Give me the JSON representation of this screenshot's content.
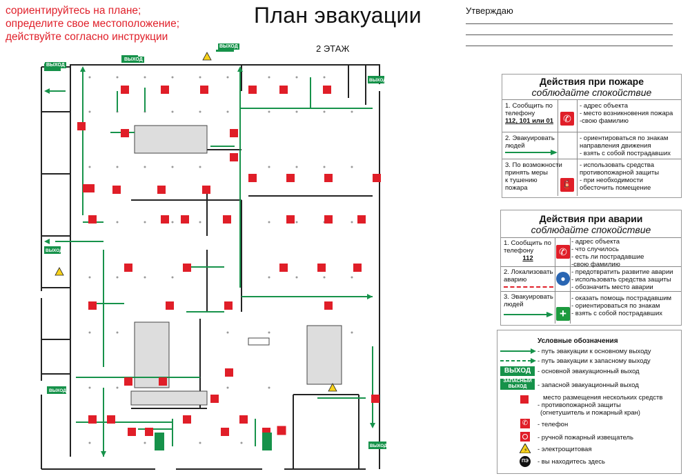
{
  "header": {
    "note_lines": [
      "сориентируйтесь на плане;",
      "определите свое местоположение;",
      "действуйте согласно инструкции"
    ],
    "title": "План эвакуации",
    "floor": "2 ЭТАЖ",
    "approve_label": "Утверждаю"
  },
  "plan": {
    "exit_label": "ВЫХОД",
    "spare_exit_label": "ЗАПАСНЫЙ ВЫХОД",
    "colors": {
      "wall": "#222222",
      "arrow": "#16924a",
      "red": "#e01e28",
      "exit": "#16924a"
    }
  },
  "fire_box": {
    "title": "Действия при пожаре",
    "subtitle": "соблюдайте спокойствие",
    "rows": [
      {
        "left": [
          "1. Сообщить по",
          "телефону",
          "112, 101 или 01"
        ],
        "right": [
          "- адрес объекта",
          "- место возникновения пожара",
          "-свою фамилию"
        ],
        "icon": "phone-icon"
      },
      {
        "left": [
          "2. Эвакуировать",
          "людей"
        ],
        "right": [
          "- ориентироваться по знакам",
          "направления движения",
          "- взять с собой пострадавших"
        ],
        "icon": "green-arrow-icon"
      },
      {
        "left": [
          "3. По возможности",
          "принять меры",
          "к тушению",
          "пожара"
        ],
        "right": [
          "- использовать средства",
          "противопожарной защиты",
          "- при необходимости",
          "обесточить помещение"
        ],
        "icon": "extinguisher-icon"
      }
    ]
  },
  "accident_box": {
    "title": "Действия при аварии",
    "subtitle": "соблюдайте спокойствие",
    "rows": [
      {
        "left": [
          "1. Сообщить по",
          "телефону",
          "112"
        ],
        "right": [
          "- адрес объекта",
          "- что случилось",
          "- есть ли пострадавшие",
          "-свою фамилию"
        ],
        "icon": "phone-icon"
      },
      {
        "left": [
          "2. Локализовать",
          "аварию"
        ],
        "right": [
          "- предотвратить развитие аварии",
          "- использовать средства защиты",
          "- обозначить место аварии"
        ],
        "icon": "protection-icon"
      },
      {
        "left": [
          "3. Эвакуировать",
          "людей"
        ],
        "right": [
          "- оказать помощь пострадавшим",
          "- ориентироваться по знакам",
          "- взять с собой пострадавших"
        ],
        "icon": "first-aid-icon"
      }
    ]
  },
  "legend": {
    "title": "Условные обозначения",
    "items": [
      "- путь эвакуации к основному выходу",
      "- путь эвакуации к запасному выходу",
      "- основной эвакуационный выход",
      "- запасной эвакуационный выход",
      "место размещения нескольких средств",
      "- противопожарной защиты",
      "(огнетушитель и пожарный кран)",
      "- телефон",
      "- ручной пожарный извещатель",
      "- электрощитовая",
      "- вы находитесь здесь"
    ],
    "here_badge": "ПЭ"
  }
}
